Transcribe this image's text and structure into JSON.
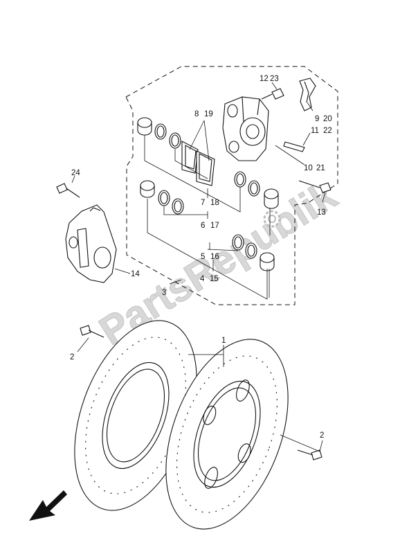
{
  "watermark": "PartsRepublik",
  "callouts": {
    "c1": "1",
    "c2a": "2",
    "c2b": "2",
    "c3": "3",
    "c4": "4",
    "c5": "5",
    "c6": "6",
    "c7": "7",
    "c8": "8",
    "c9": "9",
    "c10": "10",
    "c11": "11",
    "c12": "12",
    "c13": "13",
    "c14": "14",
    "c15": "15",
    "c16": "16",
    "c17": "17",
    "c18": "18",
    "c19": "19",
    "c20": "20",
    "c21": "21",
    "c22": "22",
    "c23": "23",
    "c24": "24"
  },
  "icons": {
    "direction": "front-direction-arrow-icon",
    "gear": "gear-icon"
  }
}
